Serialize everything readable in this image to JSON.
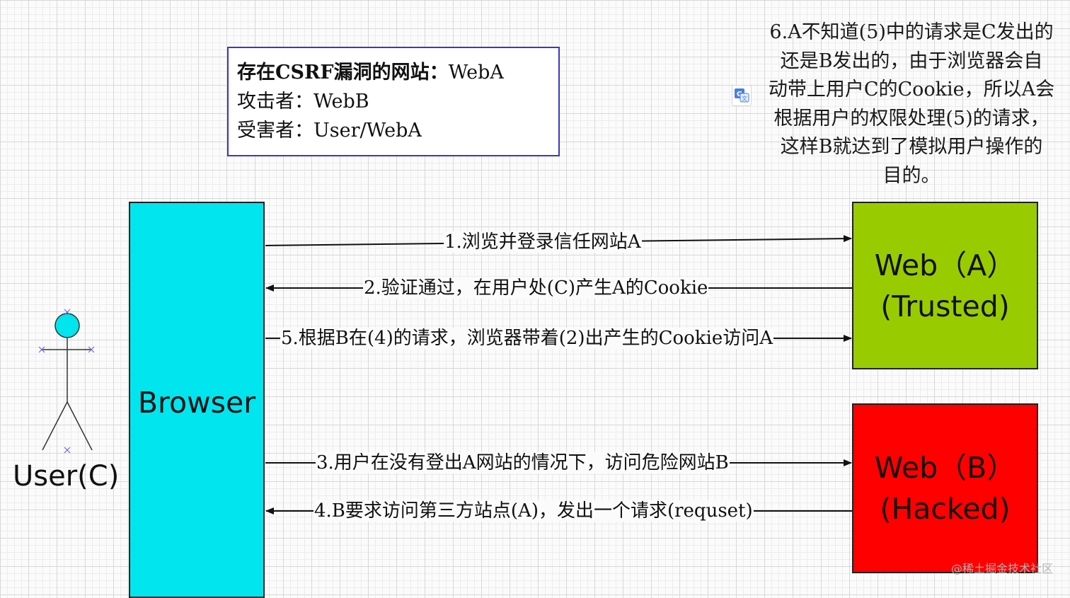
{
  "legend": {
    "line1_label": "存在CSRF漏洞的网站：",
    "line1_value": "WebA",
    "line2_label": "攻击者：",
    "line2_value": "WebB",
    "line3_label": "受害者：",
    "line3_value": "User/WebA"
  },
  "note": {
    "lines": [
      "6.A不知道(5)中的请求是C发出的",
      "还是B发出的，由于浏览器会自",
      "动带上用户C的Cookie，所以A会",
      "根据用户的权限处理(5)的请求，",
      "这样B就达到了模拟用户操作的",
      "目的。"
    ]
  },
  "actor": {
    "label": "User(C)"
  },
  "browser": {
    "label": "Browser"
  },
  "web_a": {
    "line1": "Web（A）",
    "line2": "(Trusted)"
  },
  "web_b": {
    "line1": "Web（B）",
    "line2": "(Hacked)"
  },
  "arrows": {
    "a1": "1.浏览并登录信任网站A",
    "a2": "2.验证通过，在用户处(C)产生A的Cookie",
    "a5": "5.根据B在(4)的请求，浏览器带着(2)出产生的Cookie访问A",
    "a3": "3.用户在没有登出A网站的情况下，访问危险网站B",
    "a4": "4.B要求访问第三方站点(A)，发出一个请求(requset)"
  },
  "colors": {
    "browser": "#00e5ee",
    "web_a": "#99cc00",
    "web_b": "#ff0000",
    "actor_head": "#00e5ee",
    "legend_border": "#3b36c9"
  },
  "icons": [
    "translate-icon"
  ],
  "watermark": "@稀土掘金技术社区"
}
